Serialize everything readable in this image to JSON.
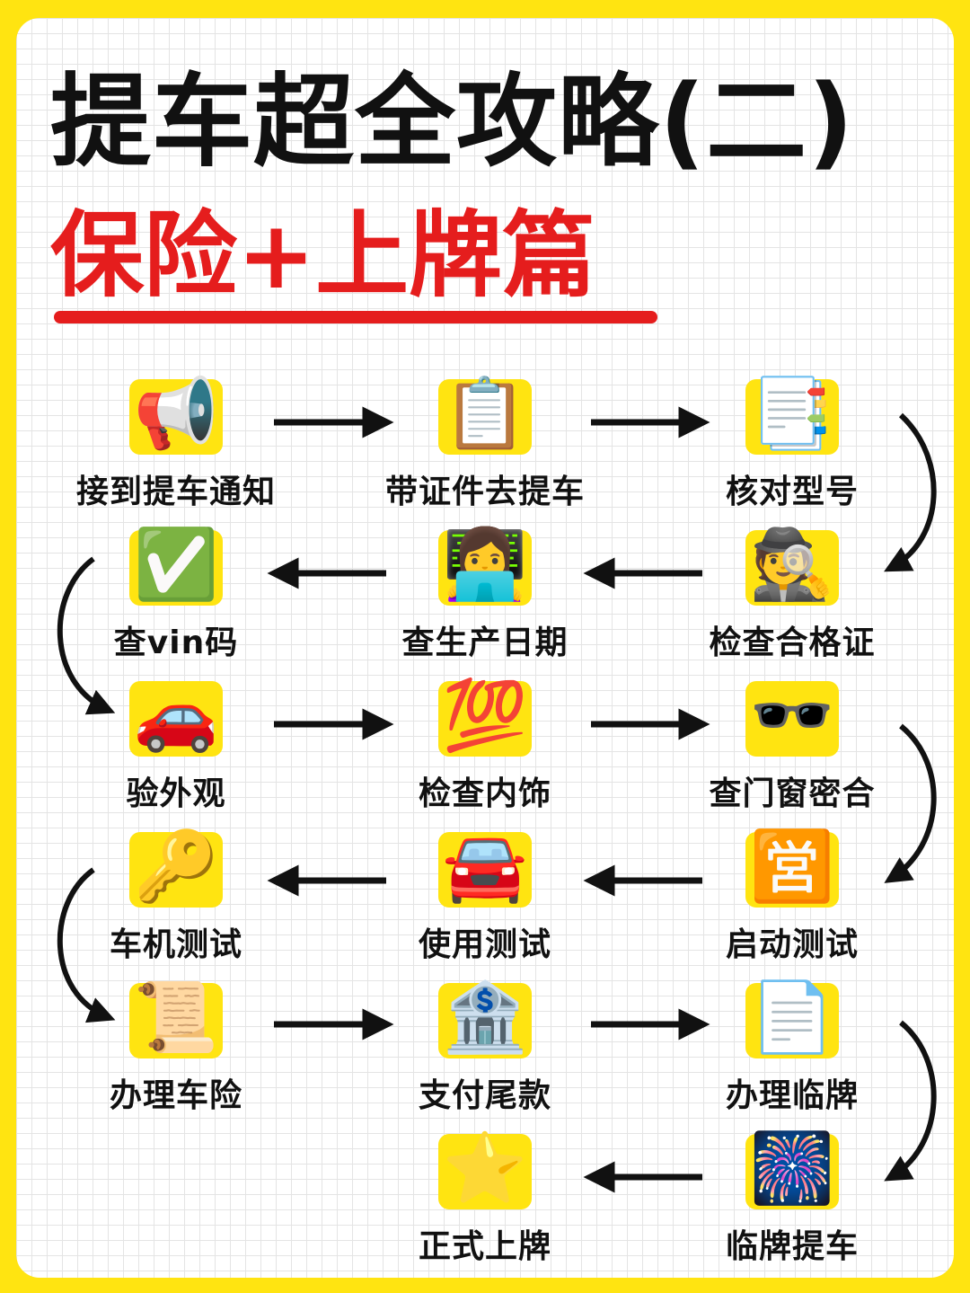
{
  "title": "提车超全攻略(二)",
  "subtitle": "保险+上牌篇",
  "steps": [
    {
      "label": "接到提车通知",
      "icon": "📢"
    },
    {
      "label": "带证件去提车",
      "icon": "📋"
    },
    {
      "label": "核对型号",
      "icon": "📑"
    },
    {
      "label": "查vin码",
      "icon": "✅"
    },
    {
      "label": "查生产日期",
      "icon": "👩‍💻"
    },
    {
      "label": "检查合格证",
      "icon": "🕵️"
    },
    {
      "label": "验外观",
      "icon": "🚗"
    },
    {
      "label": "检查内饰",
      "icon": "💯"
    },
    {
      "label": "查门窗密合",
      "icon": "🕶️"
    },
    {
      "label": "车机测试",
      "icon": "🔑"
    },
    {
      "label": "使用测试",
      "icon": "🚘"
    },
    {
      "label": "启动测试",
      "icon": "🈺"
    },
    {
      "label": "办理车险",
      "icon": "📜"
    },
    {
      "label": "支付尾款",
      "icon": "🏦"
    },
    {
      "label": "办理临牌",
      "icon": "📄"
    },
    {
      "label": "正式上牌",
      "icon": "⭐"
    },
    {
      "label": "临牌提车",
      "icon": "🎆"
    }
  ],
  "colors": {
    "background": "#FFE411",
    "accent": "#E51D1D",
    "text": "#111111"
  }
}
